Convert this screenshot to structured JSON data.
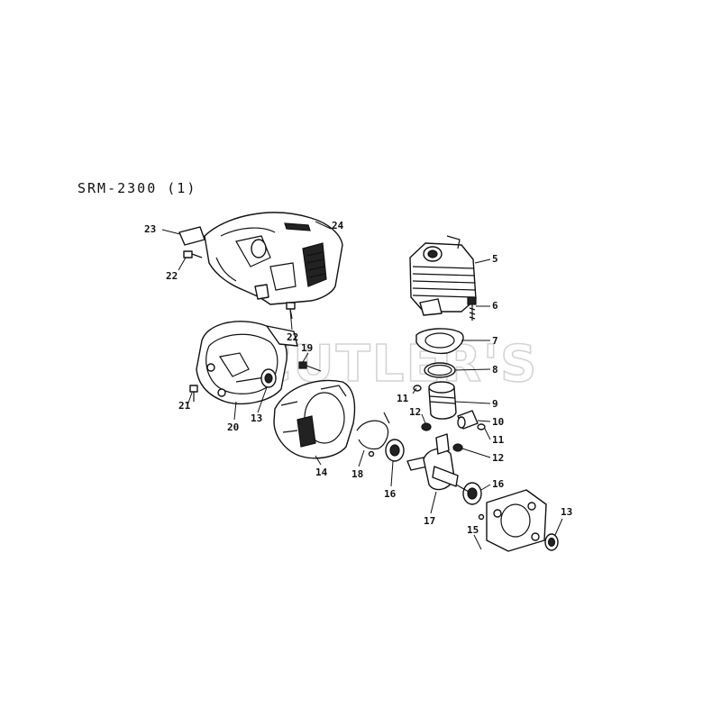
{
  "diagram": {
    "title": "SRM-2300  (1)",
    "watermark": "CUTLER'S",
    "ink_color": "#111111",
    "background_color": "#ffffff",
    "callouts": [
      {
        "id": "c23",
        "label": "23"
      },
      {
        "id": "c24",
        "label": "24"
      },
      {
        "id": "c22a",
        "label": "22"
      },
      {
        "id": "c22b",
        "label": "22"
      },
      {
        "id": "c5",
        "label": "5"
      },
      {
        "id": "c6",
        "label": "6"
      },
      {
        "id": "c7",
        "label": "7"
      },
      {
        "id": "c8",
        "label": "8"
      },
      {
        "id": "c19",
        "label": "19"
      },
      {
        "id": "c21",
        "label": "21"
      },
      {
        "id": "c20",
        "label": "20"
      },
      {
        "id": "c13a",
        "label": "13"
      },
      {
        "id": "c14",
        "label": "14"
      },
      {
        "id": "c18",
        "label": "18"
      },
      {
        "id": "c11a",
        "label": "11"
      },
      {
        "id": "c9",
        "label": "9"
      },
      {
        "id": "c12a",
        "label": "12"
      },
      {
        "id": "c10",
        "label": "10"
      },
      {
        "id": "c11b",
        "label": "11"
      },
      {
        "id": "c12b",
        "label": "12"
      },
      {
        "id": "c16a",
        "label": "16"
      },
      {
        "id": "c16b",
        "label": "16"
      },
      {
        "id": "c17",
        "label": "17"
      },
      {
        "id": "c15",
        "label": "15"
      },
      {
        "id": "c13b",
        "label": "13"
      }
    ]
  }
}
